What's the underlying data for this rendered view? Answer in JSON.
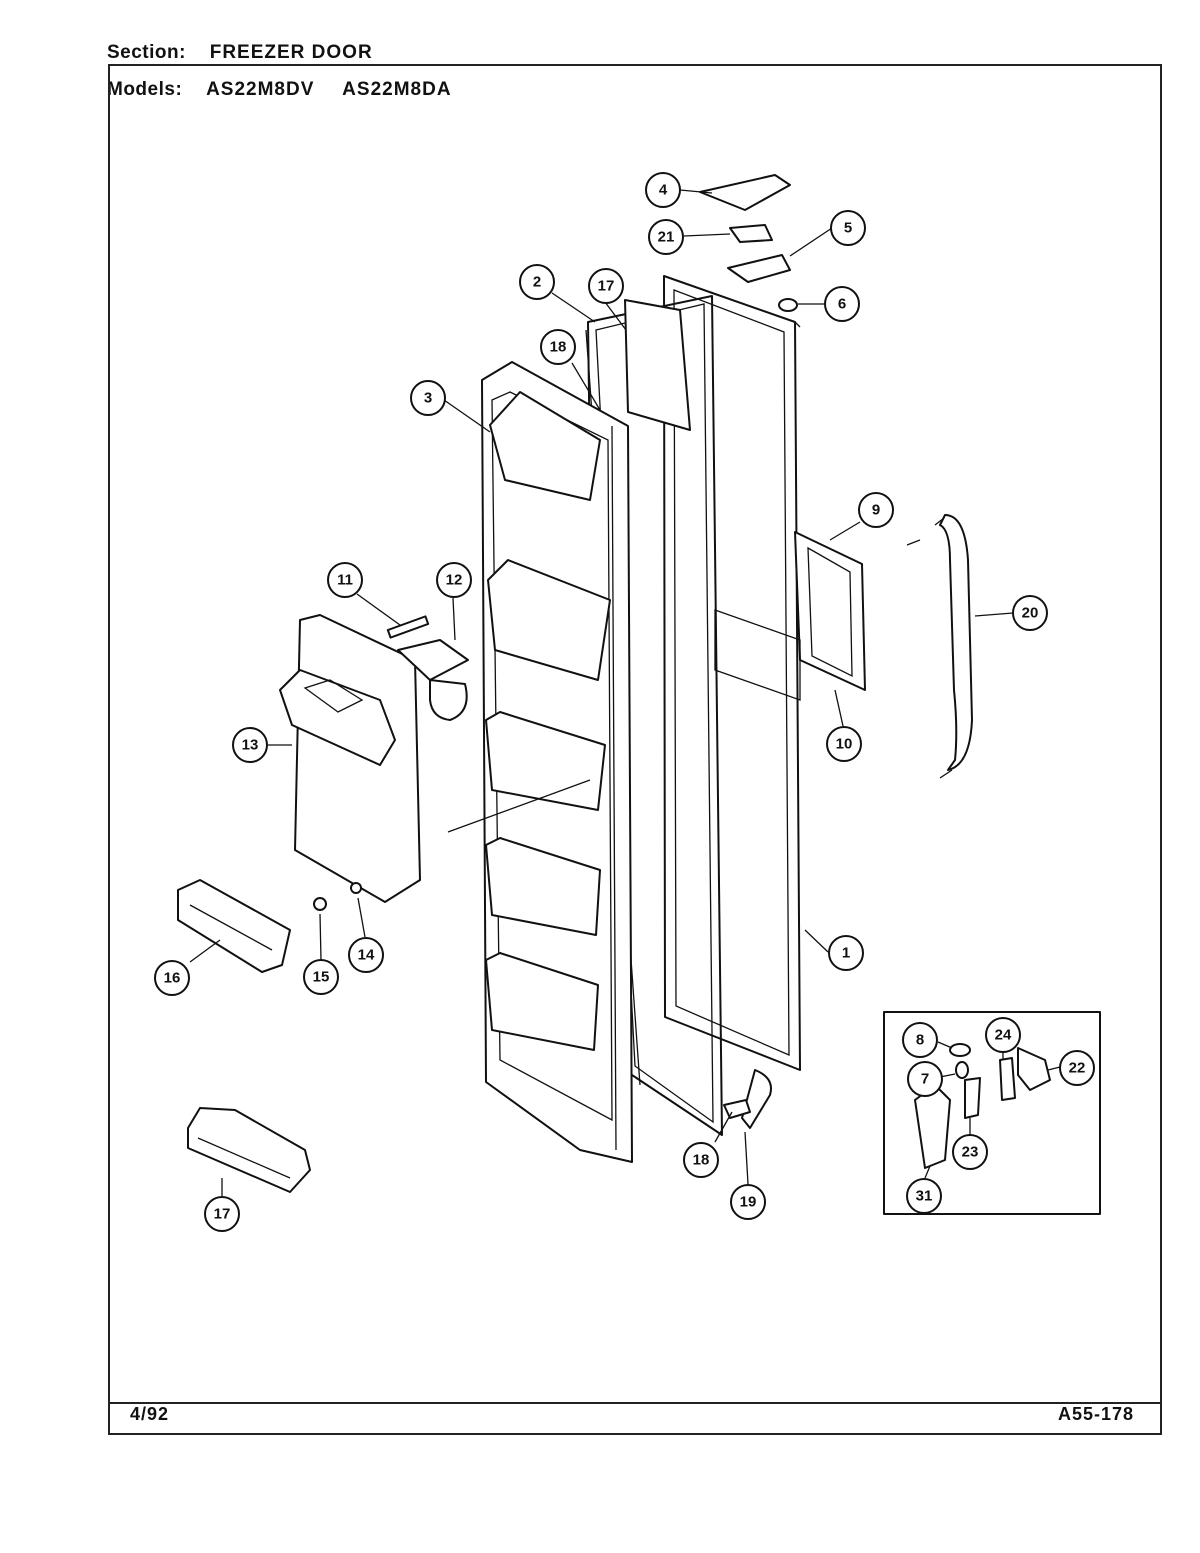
{
  "header": {
    "section_label": "Section:",
    "section_value": "FREEZER DOOR",
    "models_label": "Models:",
    "models": [
      "AS22M8DV",
      "AS22M8DA"
    ]
  },
  "footer": {
    "date": "4/92",
    "code": "A55-178"
  },
  "callouts": [
    "1",
    "2",
    "3",
    "4",
    "5",
    "6",
    "7",
    "8",
    "9",
    "10",
    "11",
    "12",
    "13",
    "14",
    "15",
    "16",
    "17",
    "17",
    "18",
    "18",
    "19",
    "20",
    "21",
    "22",
    "23",
    "24",
    "31"
  ]
}
